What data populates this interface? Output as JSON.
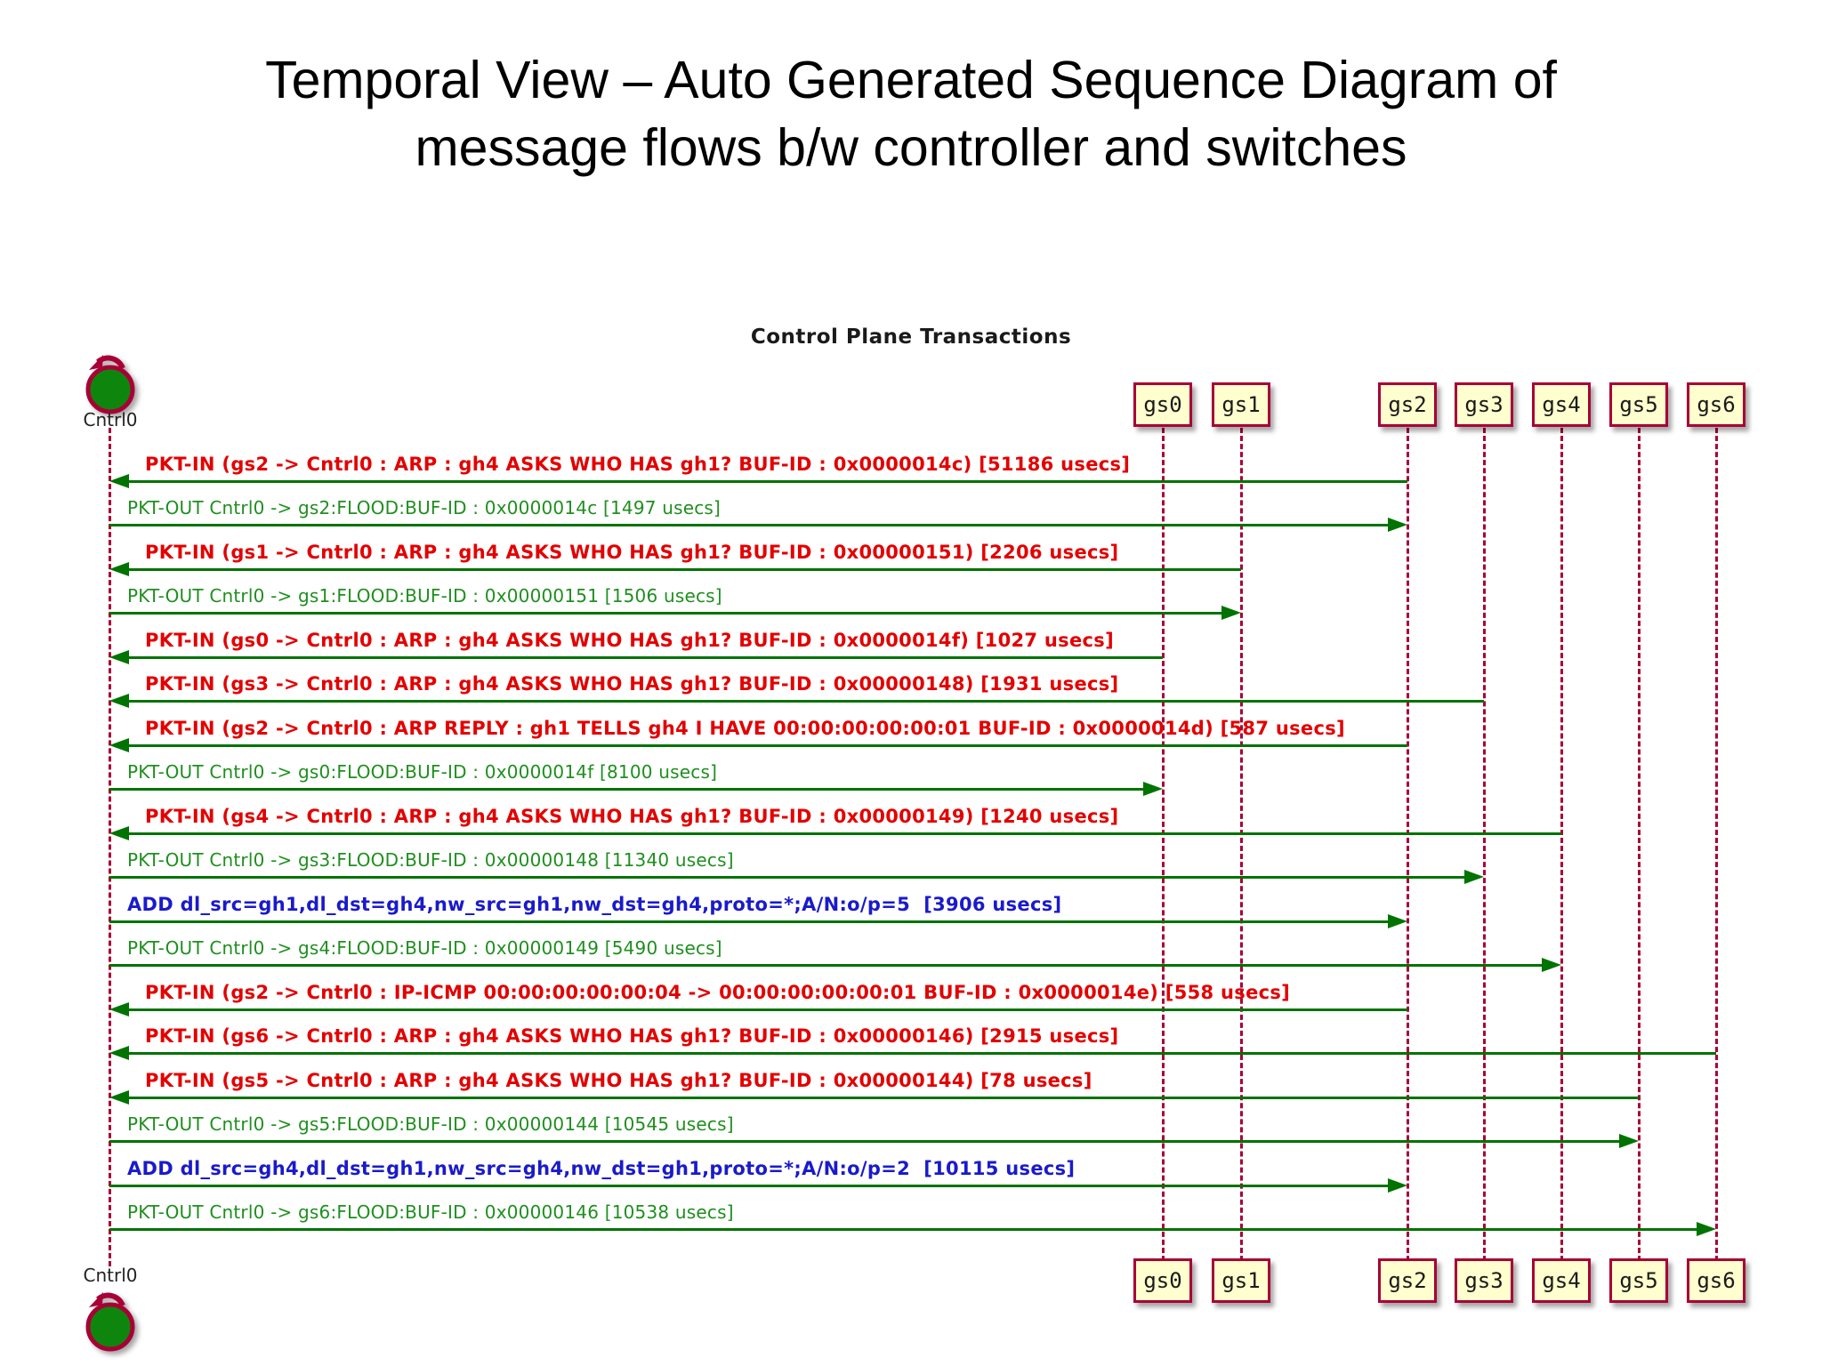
{
  "slide": {
    "title_line1": "Temporal View – Auto Generated Sequence Diagram of",
    "title_line2": "message flows b/w controller and switches"
  },
  "diagram": {
    "header": "Control Plane Transactions",
    "controller": {
      "id": "Cntrl0",
      "label": "Cntrl0"
    },
    "switches": [
      {
        "id": "gs0",
        "label": "gs0"
      },
      {
        "id": "gs1",
        "label": "gs1"
      },
      {
        "id": "gs2",
        "label": "gs2"
      },
      {
        "id": "gs3",
        "label": "gs3"
      },
      {
        "id": "gs4",
        "label": "gs4"
      },
      {
        "id": "gs5",
        "label": "gs5"
      },
      {
        "id": "gs6",
        "label": "gs6"
      }
    ],
    "messages": [
      {
        "kind": "pkt-in",
        "from": "gs2",
        "to": "Cntrl0",
        "text": "PKT-IN (gs2 -> Cntrl0 : ARP : gh4 ASKS WHO HAS gh1? BUF-ID : 0x0000014c) [51186 usecs]"
      },
      {
        "kind": "pkt-out",
        "from": "Cntrl0",
        "to": "gs2",
        "text": "PKT-OUT Cntrl0 -> gs2:FLOOD:BUF-ID : 0x0000014c [1497 usecs]"
      },
      {
        "kind": "pkt-in",
        "from": "gs1",
        "to": "Cntrl0",
        "text": "PKT-IN (gs1 -> Cntrl0 : ARP : gh4 ASKS WHO HAS gh1? BUF-ID : 0x00000151) [2206 usecs]"
      },
      {
        "kind": "pkt-out",
        "from": "Cntrl0",
        "to": "gs1",
        "text": "PKT-OUT Cntrl0 -> gs1:FLOOD:BUF-ID : 0x00000151 [1506 usecs]"
      },
      {
        "kind": "pkt-in",
        "from": "gs0",
        "to": "Cntrl0",
        "text": "PKT-IN (gs0 -> Cntrl0 : ARP : gh4 ASKS WHO HAS gh1? BUF-ID : 0x0000014f) [1027 usecs]"
      },
      {
        "kind": "pkt-in",
        "from": "gs3",
        "to": "Cntrl0",
        "text": "PKT-IN (gs3 -> Cntrl0 : ARP : gh4 ASKS WHO HAS gh1? BUF-ID : 0x00000148) [1931 usecs]"
      },
      {
        "kind": "pkt-in",
        "from": "gs2",
        "to": "Cntrl0",
        "text": "PKT-IN (gs2 -> Cntrl0 : ARP REPLY : gh1 TELLS gh4 I HAVE 00:00:00:00:00:01 BUF-ID : 0x0000014d) [587 usecs]"
      },
      {
        "kind": "pkt-out",
        "from": "Cntrl0",
        "to": "gs0",
        "text": "PKT-OUT Cntrl0 -> gs0:FLOOD:BUF-ID : 0x0000014f [8100 usecs]"
      },
      {
        "kind": "pkt-in",
        "from": "gs4",
        "to": "Cntrl0",
        "text": "PKT-IN (gs4 -> Cntrl0 : ARP : gh4 ASKS WHO HAS gh1? BUF-ID : 0x00000149) [1240 usecs]"
      },
      {
        "kind": "pkt-out",
        "from": "Cntrl0",
        "to": "gs3",
        "text": "PKT-OUT Cntrl0 -> gs3:FLOOD:BUF-ID : 0x00000148 [11340 usecs]"
      },
      {
        "kind": "flow-add",
        "from": "Cntrl0",
        "to": "gs2",
        "text": "ADD dl_src=gh1,dl_dst=gh4,nw_src=gh1,nw_dst=gh4,proto=*;A/N:o/p=5  [3906 usecs]"
      },
      {
        "kind": "pkt-out",
        "from": "Cntrl0",
        "to": "gs4",
        "text": "PKT-OUT Cntrl0 -> gs4:FLOOD:BUF-ID : 0x00000149 [5490 usecs]"
      },
      {
        "kind": "pkt-in",
        "from": "gs2",
        "to": "Cntrl0",
        "text": "PKT-IN (gs2 -> Cntrl0 : IP-ICMP 00:00:00:00:00:04 -> 00:00:00:00:00:01 BUF-ID : 0x0000014e) [558 usecs]"
      },
      {
        "kind": "pkt-in",
        "from": "gs6",
        "to": "Cntrl0",
        "text": "PKT-IN (gs6 -> Cntrl0 : ARP : gh4 ASKS WHO HAS gh1? BUF-ID : 0x00000146) [2915 usecs]"
      },
      {
        "kind": "pkt-in",
        "from": "gs5",
        "to": "Cntrl0",
        "text": "PKT-IN (gs5 -> Cntrl0 : ARP : gh4 ASKS WHO HAS gh1? BUF-ID : 0x00000144) [78 usecs]"
      },
      {
        "kind": "pkt-out",
        "from": "Cntrl0",
        "to": "gs5",
        "text": "PKT-OUT Cntrl0 -> gs5:FLOOD:BUF-ID : 0x00000144 [10545 usecs]"
      },
      {
        "kind": "flow-add",
        "from": "Cntrl0",
        "to": "gs2",
        "text": "ADD dl_src=gh4,dl_dst=gh1,nw_src=gh4,nw_dst=gh1,proto=*;A/N:o/p=2  [10115 usecs]"
      },
      {
        "kind": "pkt-out",
        "from": "Cntrl0",
        "to": "gs6",
        "text": "PKT-OUT Cntrl0 -> gs6:FLOOD:BUF-ID : 0x00000146 [10538 usecs]"
      }
    ],
    "colors": {
      "pkt_in_text": "#e30000",
      "pkt_out_text": "#1f8f1f",
      "flow_add_text": "#1a1acc",
      "arrow_line": "#007300",
      "lifeline": "#a80036",
      "participant_fill": "#fefece",
      "participant_border": "#a80036",
      "controller_fill": "#0e860e"
    }
  }
}
